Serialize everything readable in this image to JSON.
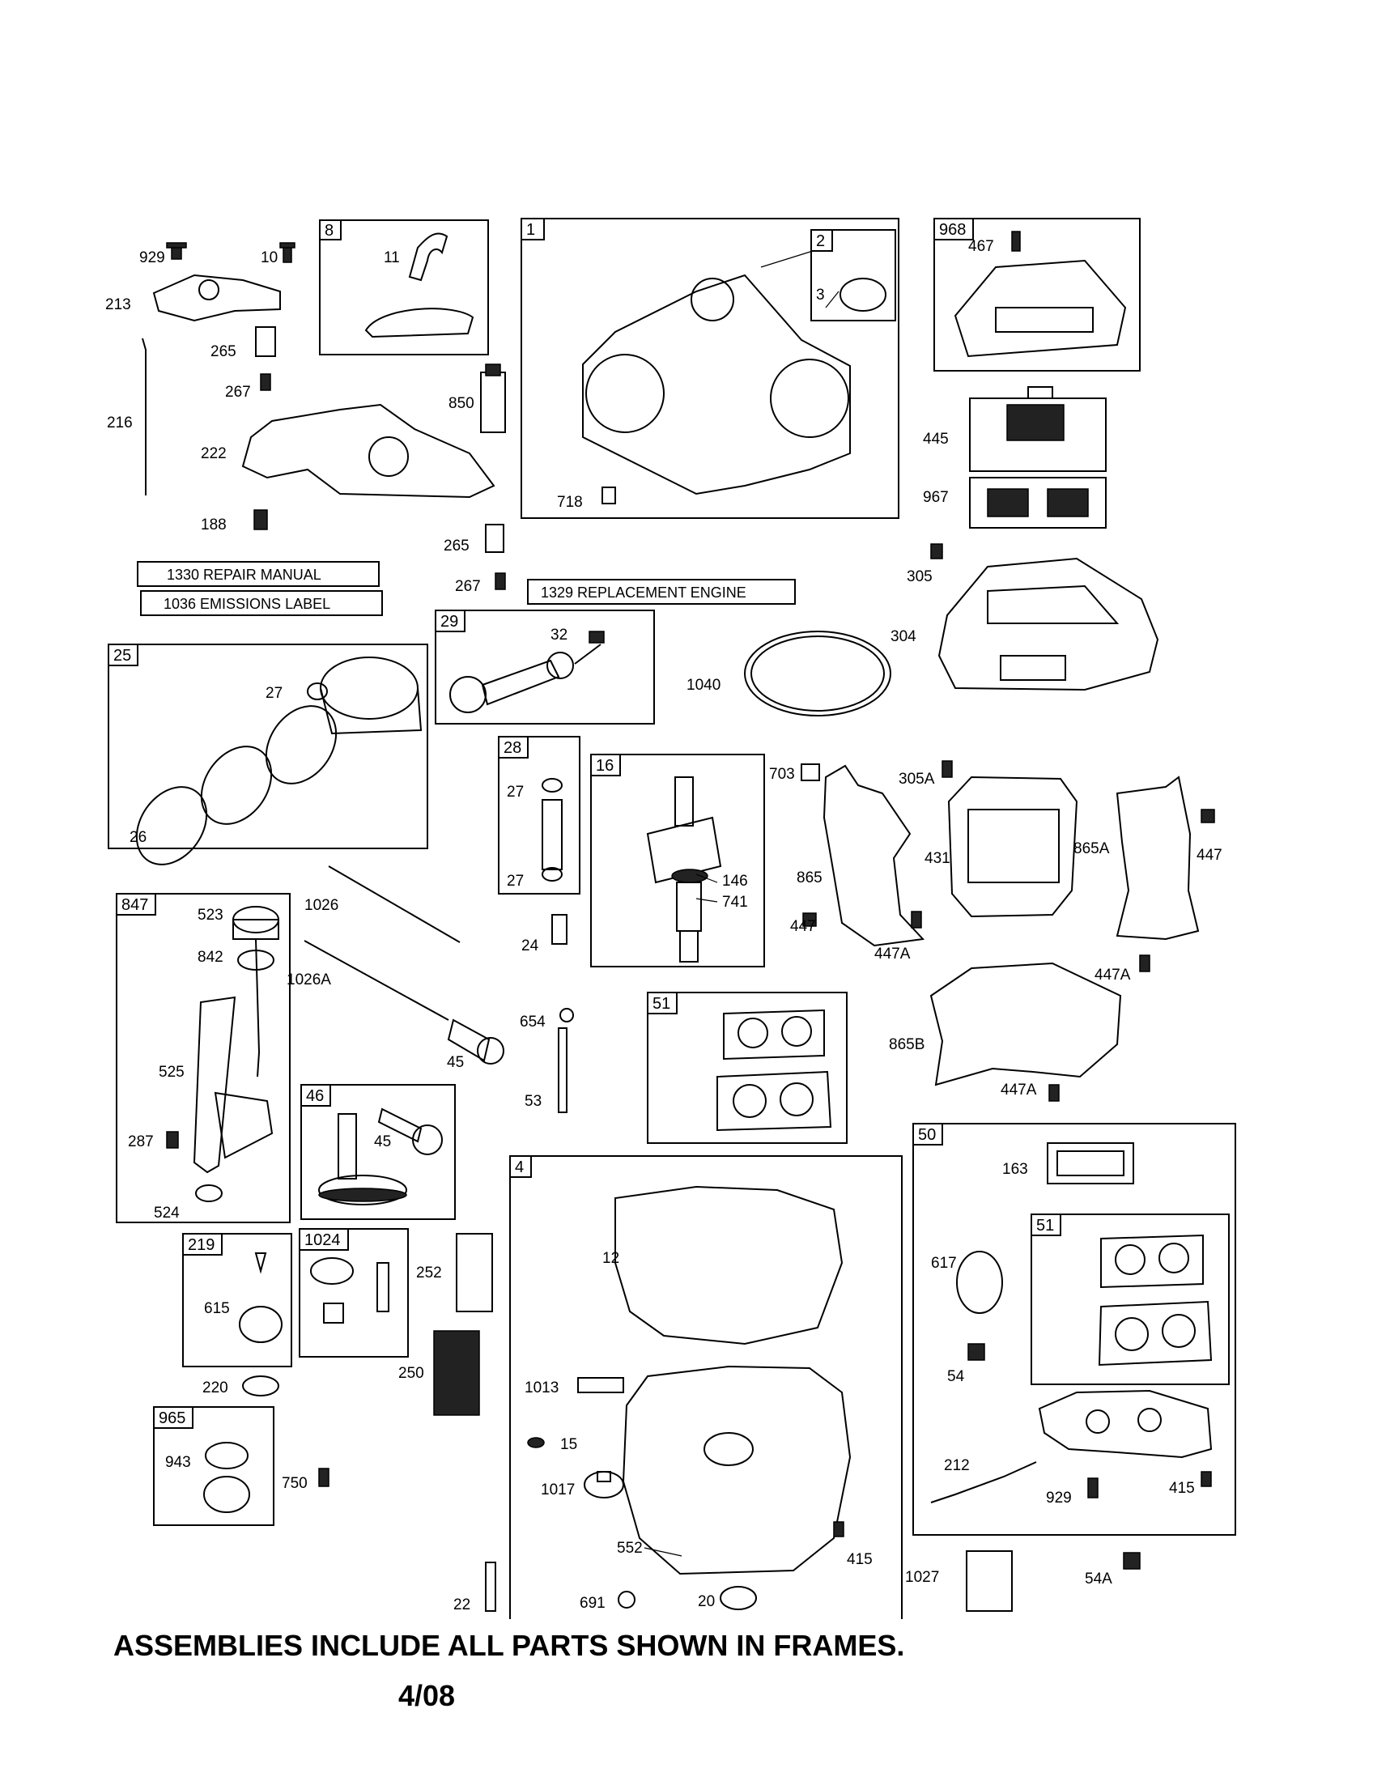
{
  "frames": [
    {
      "id": "frame-8",
      "label": "8"
    },
    {
      "id": "frame-1",
      "label": "1"
    },
    {
      "id": "frame-2",
      "label": "2"
    },
    {
      "id": "frame-968",
      "label": "968"
    },
    {
      "id": "frame-25",
      "label": "25"
    },
    {
      "id": "frame-29",
      "label": "29"
    },
    {
      "id": "frame-28",
      "label": "28"
    },
    {
      "id": "frame-16",
      "label": "16"
    },
    {
      "id": "frame-847",
      "label": "847"
    },
    {
      "id": "frame-51a",
      "label": "51"
    },
    {
      "id": "frame-46",
      "label": "46"
    },
    {
      "id": "frame-4",
      "label": "4"
    },
    {
      "id": "frame-50",
      "label": "50"
    },
    {
      "id": "frame-51b",
      "label": "51"
    },
    {
      "id": "frame-219",
      "label": "219"
    },
    {
      "id": "frame-1024",
      "label": "1024"
    },
    {
      "id": "frame-965",
      "label": "965"
    }
  ],
  "labels": {
    "l929a": "929",
    "l10": "10",
    "l213": "213",
    "l265a": "265",
    "l267a": "267",
    "l216": "216",
    "l222": "222",
    "l188": "188",
    "l11": "11",
    "l850": "850",
    "l3": "3",
    "l718": "718",
    "l467": "467",
    "l445": "445",
    "l967": "967",
    "l265b": "265",
    "l267b": "267",
    "l305": "305",
    "l304": "304",
    "l27a": "27",
    "l26": "26",
    "l32": "32",
    "l1040": "1040",
    "l27b": "27",
    "l27c": "27",
    "l146": "146",
    "l741": "741",
    "l703": "703",
    "l305A": "305A",
    "l431": "431",
    "l865A": "865A",
    "l447a": "447",
    "l865": "865",
    "l447b": "447",
    "l447Aa": "447A",
    "l447Ab": "447A",
    "l523": "523",
    "l1026": "1026",
    "l842": "842",
    "l1026A": "1026A",
    "l24": "24",
    "l654": "654",
    "l865B": "865B",
    "l45a": "45",
    "l525": "525",
    "l53": "53",
    "l447Ac": "447A",
    "l287": "287",
    "l45b": "45",
    "l524": "524",
    "l163": "163",
    "l12": "12",
    "l252": "252",
    "l615": "615",
    "l617": "617",
    "l54": "54",
    "l250": "250",
    "l220": "220",
    "l1013": "1013",
    "l943": "943",
    "l15": "15",
    "l750": "750",
    "l1017": "1017",
    "l212": "212",
    "l929b": "929",
    "l415a": "415",
    "l552": "552",
    "l415b": "415",
    "l1027": "1027",
    "l54A": "54A",
    "l22": "22",
    "l691": "691",
    "l20": "20"
  },
  "notes": {
    "repair_manual": "1330 REPAIR MANUAL",
    "emissions_label": "1036 EMISSIONS LABEL",
    "replacement_engine": "1329 REPLACEMENT ENGINE"
  },
  "footer": {
    "note": "ASSEMBLIES INCLUDE ALL PARTS SHOWN IN FRAMES.",
    "date": "4/08"
  }
}
